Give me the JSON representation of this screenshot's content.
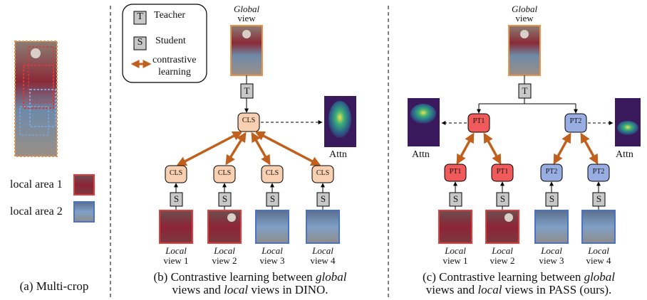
{
  "legend": {
    "teacher_symbol": "T",
    "teacher_label": "Teacher",
    "student_symbol": "S",
    "student_label": "Student",
    "contrastive_line1": "contrastive",
    "contrastive_line2": "learning"
  },
  "panel_a": {
    "local_area_1": "local area 1",
    "local_area_2": "local area 2",
    "caption": "(a) Multi-crop"
  },
  "panel_b": {
    "global_view_line1": "Global",
    "global_view_line2": "view",
    "teacher_node": "T",
    "cls_center": "CLS",
    "attn_label": "Attn",
    "tokens": [
      "CLS",
      "CLS",
      "CLS",
      "CLS"
    ],
    "student_nodes": [
      "S",
      "S",
      "S",
      "S"
    ],
    "view_labels": [
      {
        "line1": "Local",
        "line2": "view 1"
      },
      {
        "line1": "Local",
        "line2": "view 2"
      },
      {
        "line1": "Local",
        "line2": "view 3"
      },
      {
        "line1": "Local",
        "line2": "view 4"
      }
    ],
    "caption_line1_a": "(b) Contrastive learning between ",
    "caption_line1_b": "global",
    "caption_line2_a": "views and ",
    "caption_line2_b": "local",
    "caption_line2_c": " views in DINO."
  },
  "panel_c": {
    "global_view_line1": "Global",
    "global_view_line2": "view",
    "teacher_node": "T",
    "pt1_center": "PT1",
    "pt2_center": "PT2",
    "attn_left": "Attn",
    "attn_right": "Attn",
    "tokens": [
      "PT1",
      "PT1",
      "PT2",
      "PT2"
    ],
    "student_nodes": [
      "S",
      "S",
      "S",
      "S"
    ],
    "view_labels": [
      {
        "line1": "Local",
        "line2": "view 1"
      },
      {
        "line1": "Local",
        "line2": "view 2"
      },
      {
        "line1": "Local",
        "line2": "view 3"
      },
      {
        "line1": "Local",
        "line2": "view 4"
      }
    ],
    "caption_line1_a": "(c) Contrastive learning between ",
    "caption_line1_b": "global",
    "caption_line2_a": "views and ",
    "caption_line2_b": "local",
    "caption_line2_c": " views in PASS (ours)."
  },
  "colors": {
    "arrow_orange": "#c0601c",
    "cls_fill": "#f8cfb0",
    "pt1_fill": "#f05a5a",
    "pt2_fill": "#98aee2",
    "node_gray": "#c8c8c8",
    "red_border": "#e23b3b",
    "blue_border": "#4a72c8",
    "orange_border": "#e8944a"
  }
}
